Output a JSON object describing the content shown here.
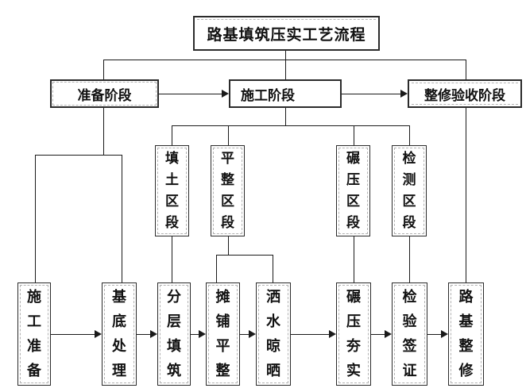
{
  "diagram": {
    "title": "路基填筑压实工艺流程",
    "phases": [
      {
        "label": "准备阶段"
      },
      {
        "label": "施工阶段"
      },
      {
        "label": "整修验收阶段"
      }
    ],
    "sections": [
      {
        "label": "填土区段"
      },
      {
        "label": "平整区段"
      },
      {
        "label": "碾压区段"
      },
      {
        "label": "检测区段"
      }
    ],
    "processes": [
      {
        "label": "施工准备"
      },
      {
        "label": "基底处理"
      },
      {
        "label": "分层填筑"
      },
      {
        "label": "摊铺平整"
      },
      {
        "label": "洒水晾晒"
      },
      {
        "label": "碾压夯实"
      },
      {
        "label": "检验签证"
      },
      {
        "label": "路基整修"
      }
    ],
    "colors": {
      "background": "#ffffff",
      "line": "#1a1a1a",
      "border": "#2b2b2b",
      "inner_dash": "#b3b3b3",
      "text": "#111111"
    }
  }
}
